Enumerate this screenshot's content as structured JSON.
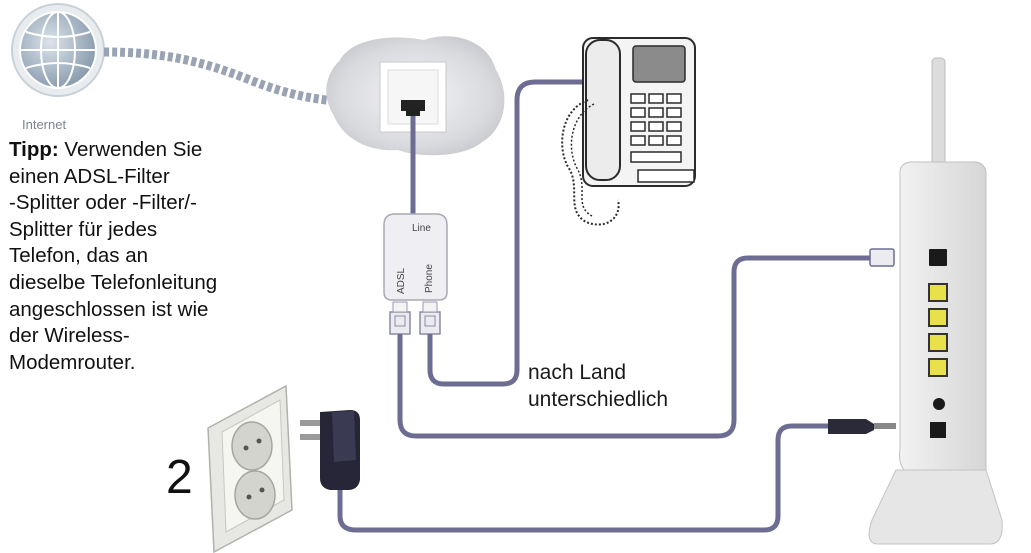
{
  "internet_label": "Internet",
  "tip": {
    "heading": "Tipp:",
    "lines": [
      "Verwenden Sie",
      "einen ADSL-Filter",
      "-Splitter oder -Filter/-",
      "Splitter für jedes",
      "Telefon, das an",
      "dieselbe Telefonleitung",
      "angeschlossen ist wie",
      "der Wireless-",
      "Modemrouter."
    ]
  },
  "splitter": {
    "line": "Line",
    "adsl": "ADSL",
    "phone": "Phone"
  },
  "country_note": {
    "line1": "nach Land",
    "line2": "unterschiedlich"
  },
  "step_number": "2",
  "colors": {
    "cable": "#6d6d93",
    "cable_dark": "#4e4e70",
    "port_yellow": "#e9e14a",
    "globe": "#7f93a7"
  }
}
